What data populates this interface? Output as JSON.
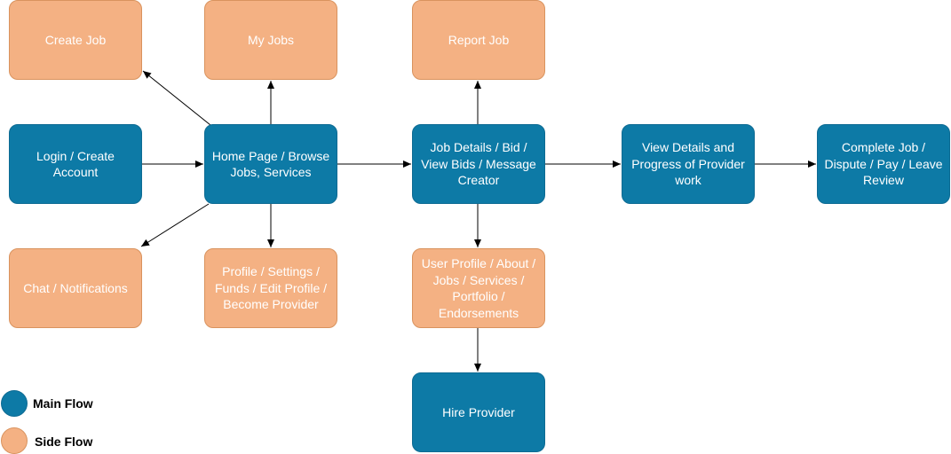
{
  "colors": {
    "main_flow": "#0d7aa6",
    "side_flow": "#f4b183",
    "arrow": "#000000"
  },
  "nodes": {
    "create_job": "Create Job",
    "my_jobs": "My Jobs",
    "report_job": "Report Job",
    "login": "Login / Create Account",
    "home": "Home Page / Browse Jobs, Services",
    "job_details": "Job Details / Bid / View Bids / Message Creator",
    "view_progress": "View Details and Progress of Provider work",
    "complete_job": "Complete Job / Dispute / Pay / Leave Review",
    "chat": "Chat / Notifications",
    "profile_settings": "Profile / Settings / Funds / Edit Profile / Become Provider",
    "user_profile": "User Profile / About / Jobs / Services / Portfolio / Endorsements",
    "hire_provider": "Hire Provider"
  },
  "legend": {
    "main_label": "Main Flow",
    "side_label": "Side Flow"
  }
}
